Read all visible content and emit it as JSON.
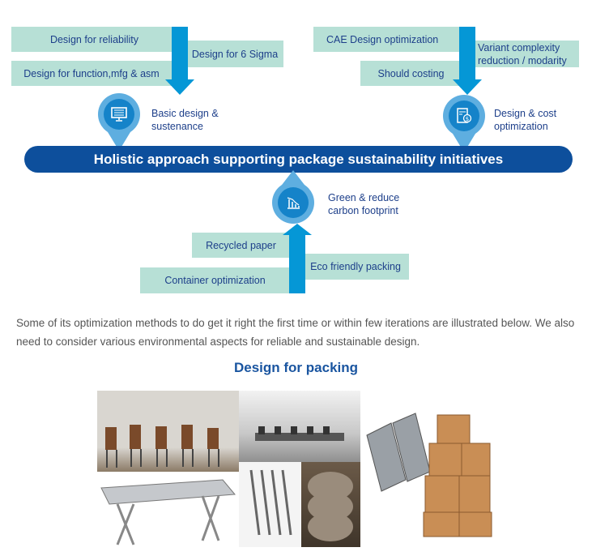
{
  "diagram": {
    "banner": "Holistic approach supporting package sustainability initiatives",
    "left_group": {
      "items": [
        "Design for reliability",
        "Design for function,mfg & asm",
        "Design for 6 Sigma"
      ],
      "pin_label_1": "Basic design &",
      "pin_label_2": "sustenance",
      "icon": "monitor-icon"
    },
    "right_group": {
      "items": [
        "CAE Design optimization",
        "Should costing",
        "Variant complexity",
        "reduction / modarity"
      ],
      "pin_label_1": "Design & cost",
      "pin_label_2": "optimization",
      "icon": "cost-document-icon"
    },
    "bottom_group": {
      "items": [
        "Recycled paper",
        "Eco friendly packing",
        "Container optimization"
      ],
      "pin_label_1": "Green & reduce",
      "pin_label_2": "carbon footprint",
      "icon": "declining-chart-icon"
    },
    "colors": {
      "box": "#b7e0d6",
      "arrow": "#0597d6",
      "banner": "#0d4f9c",
      "text": "#1d3f8a"
    }
  },
  "paragraph": "Some of its optimization methods to do get it right the first time or within few iterations are illustrated below. We also need to consider various environmental aspects for reliable and sustainable design.",
  "section_heading": "Design for packing"
}
